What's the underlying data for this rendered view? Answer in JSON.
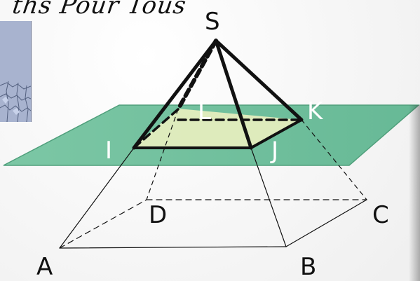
{
  "header": {
    "brand_text": "ths Pour Tous"
  },
  "diagram": {
    "vertices": {
      "S": "S",
      "A": "A",
      "B": "B",
      "C": "C",
      "D": "D"
    },
    "section_points": {
      "I": "I",
      "J": "J",
      "K": "K",
      "L": "L"
    }
  },
  "colors": {
    "plane": "#6fbf99",
    "plane_edge": "#4f9f7b",
    "section_fill": "#e7efbf",
    "edges": "#111111"
  }
}
